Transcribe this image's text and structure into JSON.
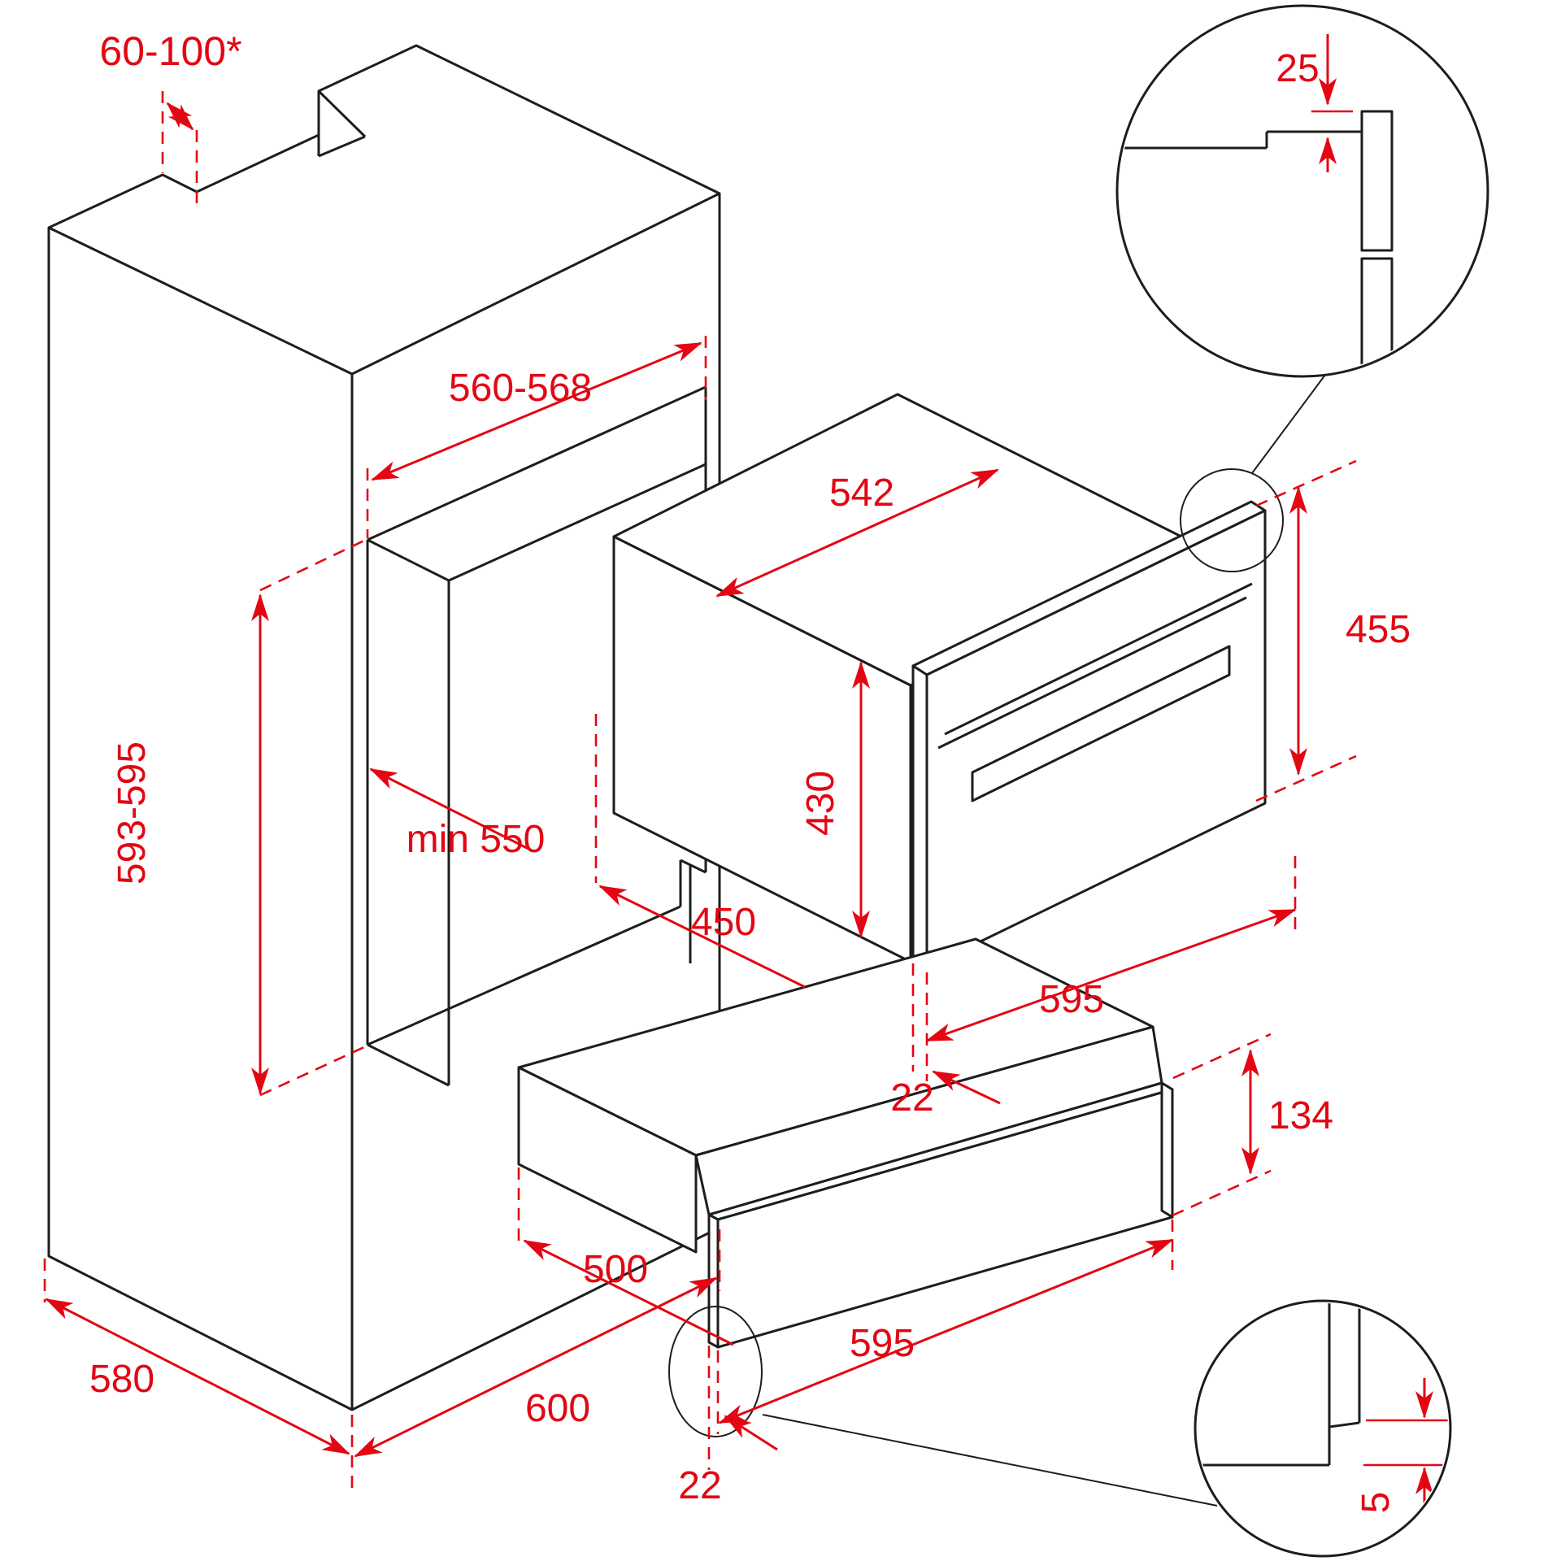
{
  "drawing": {
    "type": "installation-diagram",
    "subject": "built-in compact oven with warming drawer in tall cabinet",
    "units": "mm"
  },
  "colors": {
    "line": "#1d1d1b",
    "dimension": "#e30613",
    "background": "#ffffff"
  },
  "dimensions": {
    "vent_gap": "60-100*",
    "niche_width": "560-568",
    "top_detail_gap": "25",
    "oven_body_width": "542",
    "oven_front_height": "455",
    "niche_height": "593-595",
    "niche_depth": "min 550",
    "oven_body_height": "430",
    "lower_recess_depth": "450",
    "oven_front_width": "595",
    "oven_front_thickness": "22",
    "drawer_front_height": "134",
    "drawer_depth": "500",
    "drawer_front_width": "595",
    "drawer_front_thickness": "22",
    "cabinet_depth": "580",
    "cabinet_width": "600",
    "bottom_detail_gap": "5"
  }
}
